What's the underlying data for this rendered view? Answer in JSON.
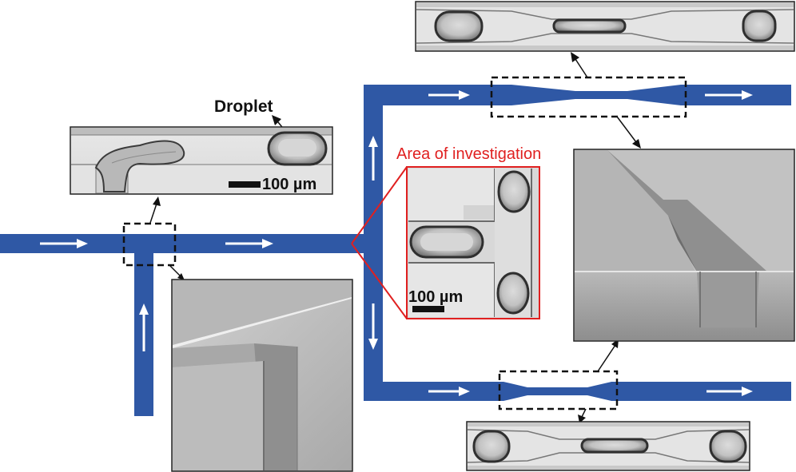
{
  "labels": {
    "droplet": "Droplet",
    "area_of_investigation": "Area of investigation",
    "scale_bar_top": "100 µm",
    "scale_bar_center": "100 µm"
  },
  "colors": {
    "channel": "#2f58a5",
    "arrow": "#ffffff",
    "highlight": "#e02020",
    "frame": "#222222"
  }
}
